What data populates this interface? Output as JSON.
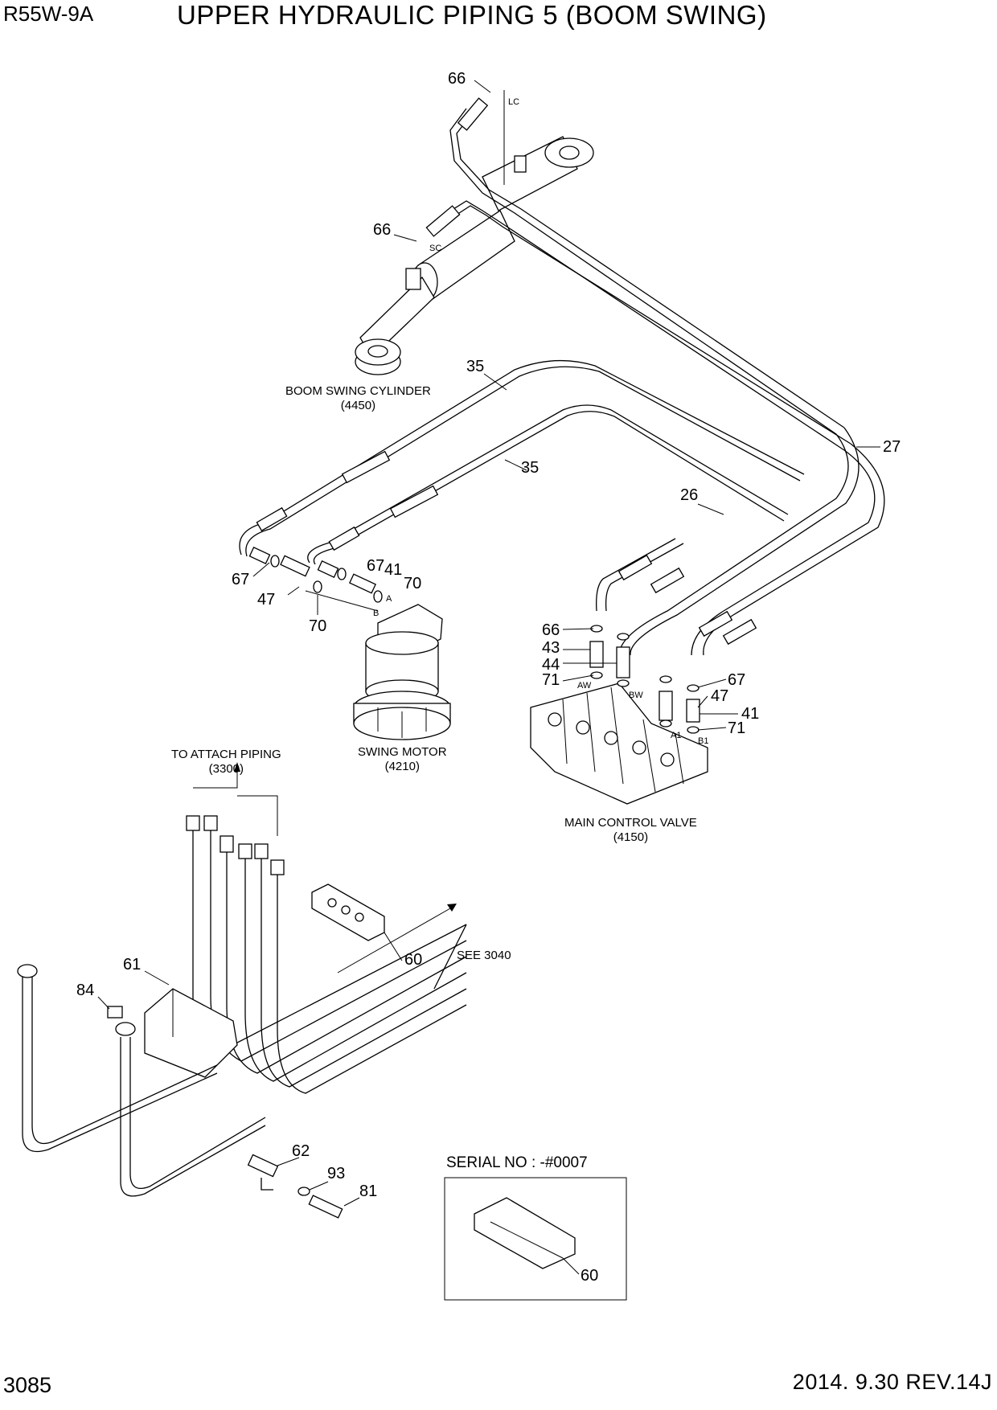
{
  "header": {
    "model": "R55W-9A",
    "title": "UPPER HYDRAULIC PIPING 5 (BOOM SWING)"
  },
  "footer": {
    "page": "3085",
    "date_rev": "2014. 9.30  REV.14J"
  },
  "captions": {
    "boom_cylinder_name": "BOOM SWING CYLINDER",
    "boom_cylinder_ref": "(4450)",
    "swing_motor_name": "SWING MOTOR",
    "swing_motor_ref": "(4210)",
    "mcv_name": "MAIN CONTROL VALVE",
    "mcv_ref": "(4150)",
    "attach_name": "TO ATTACH PIPING",
    "attach_ref": "(3300)",
    "see_ref": "SEE 3040",
    "serial": "SERIAL NO : -#0007"
  },
  "ports": {
    "lc": "LC",
    "sc": "SC",
    "a": "A",
    "b": "B",
    "aw": "AW",
    "bw": "BW",
    "a1": "A1",
    "b1": "B1"
  },
  "callouts": {
    "c66_top": "66",
    "c66_sc": "66",
    "c35_upper": "35",
    "c35_lower": "35",
    "c27": "27",
    "c26": "26",
    "c67_left": "67",
    "c67_mid": "67",
    "c41_mid": "41",
    "c70_right": "70",
    "c47_left": "47",
    "c70_left": "70",
    "c66_mcv": "66",
    "c43": "43",
    "c44": "44",
    "c71_left": "71",
    "c67_right": "67",
    "c47_right": "47",
    "c41_right": "41",
    "c71_right": "71",
    "c60": "60",
    "c61": "61",
    "c84": "84",
    "c62": "62",
    "c93": "93",
    "c81": "81",
    "c60_inset": "60"
  }
}
